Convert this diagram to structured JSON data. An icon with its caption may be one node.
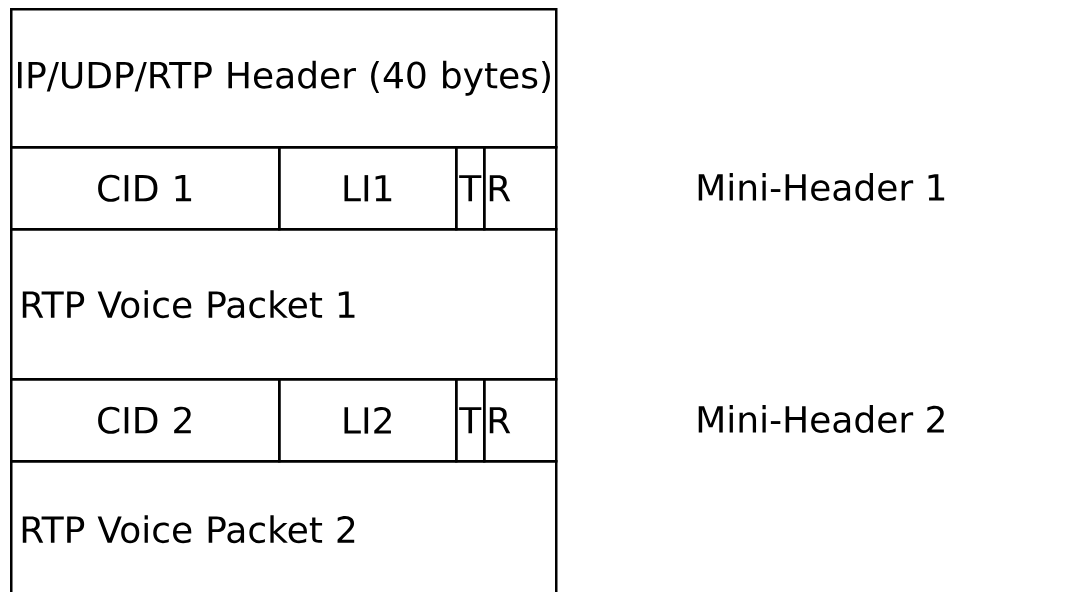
{
  "diagram": {
    "nodes": [
      {
        "text": [
          "IP/UDP/RTP Header (40 bytes)"
        ]
      },
      {
        "text": [
          "CID 1"
        ]
      },
      {
        "text": [
          "LI1"
        ]
      },
      {
        "text": [
          "T"
        ]
      },
      {
        "text": [
          "R"
        ]
      },
      {
        "text": [
          "RTP Voice Packet 1"
        ]
      },
      {
        "text": [
          "CID 2"
        ]
      },
      {
        "text": [
          "LI2"
        ]
      },
      {
        "text": [
          "T"
        ]
      },
      {
        "text": [
          "R"
        ]
      },
      {
        "text": [
          "RTP Voice Packet 2"
        ]
      }
    ],
    "labels": [
      "Mini-Header 1",
      "Mini-Header 2"
    ]
  }
}
